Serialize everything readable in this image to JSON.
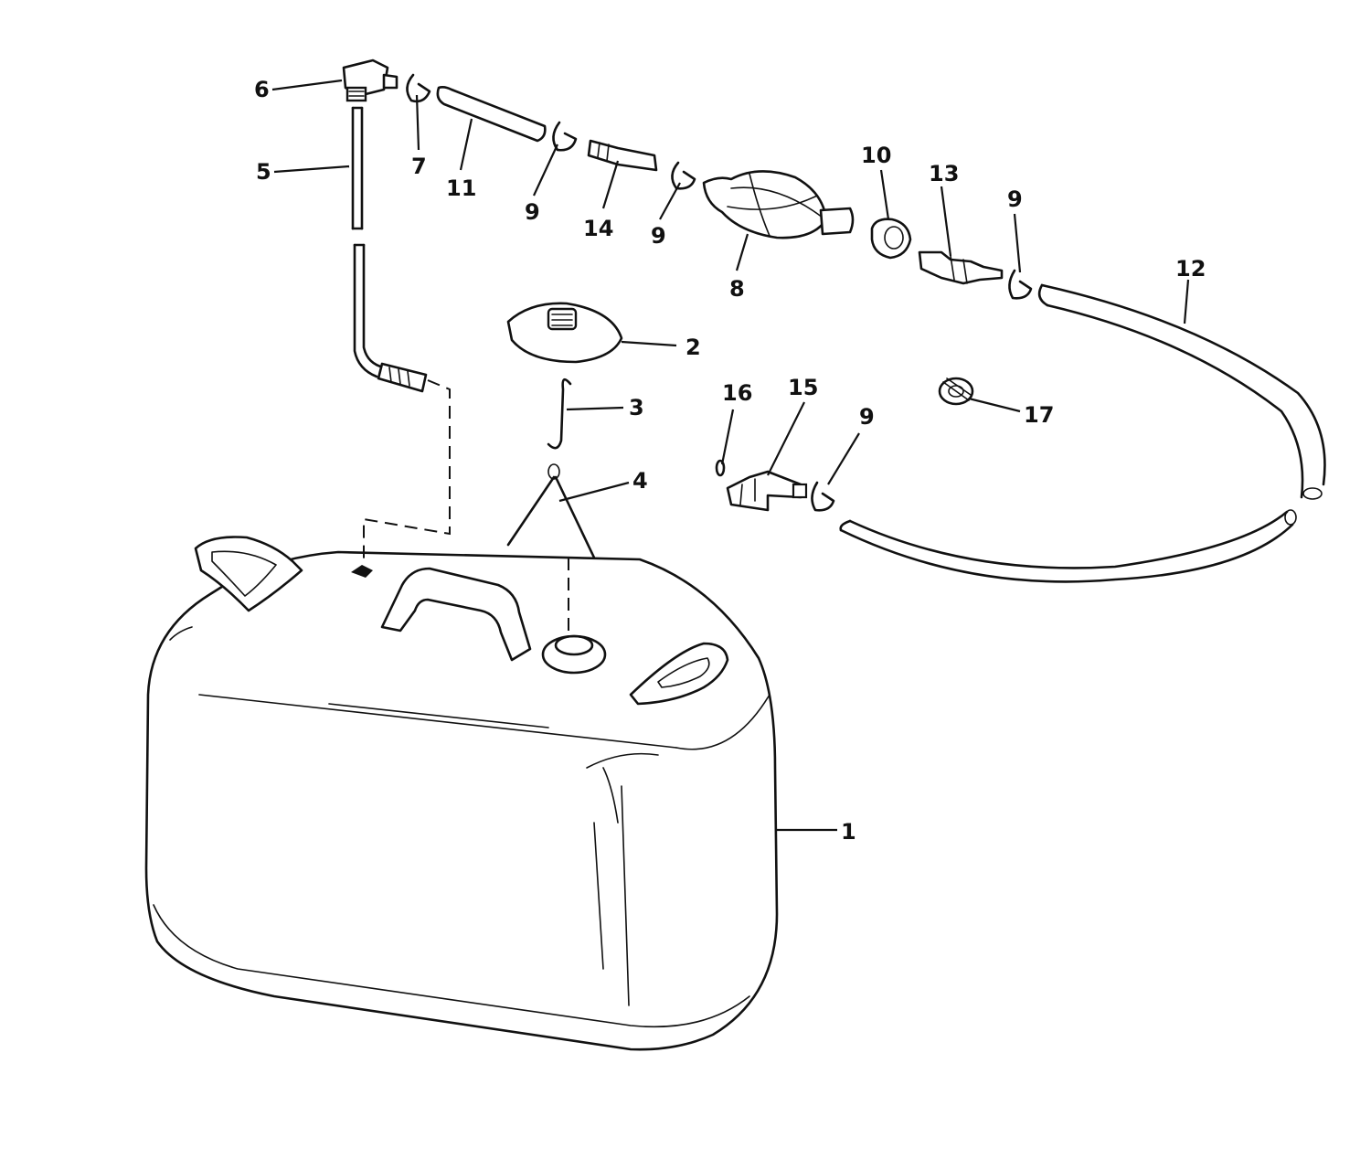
{
  "callouts": {
    "c1": "1",
    "c2": "2",
    "c3": "3",
    "c4": "4",
    "c5": "5",
    "c6": "6",
    "c7": "7",
    "c8": "8",
    "c9a": "9",
    "c9b": "9",
    "c9c": "9",
    "c9d": "9",
    "c10": "10",
    "c11": "11",
    "c12": "12",
    "c13": "13",
    "c14": "14",
    "c15": "15",
    "c16": "16",
    "c17": "17"
  },
  "colors": {
    "ink": "#111111",
    "paper": "#ffffff"
  }
}
